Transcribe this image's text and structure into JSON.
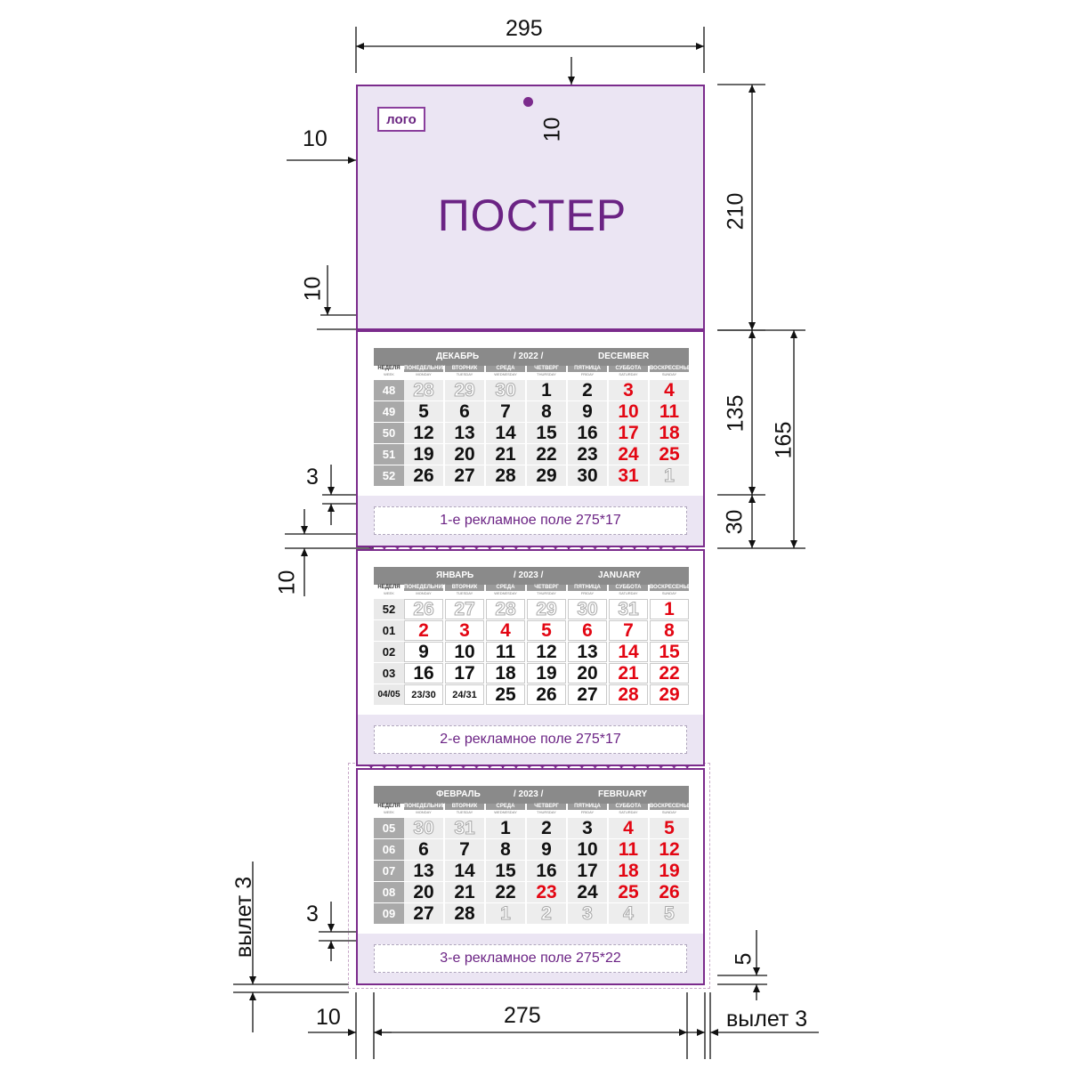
{
  "poster": {
    "logo_text": "лого",
    "title": "ПОСТЕР"
  },
  "months": [
    {
      "name_ru": "ДЕКАБРЬ",
      "year": "/ 2022 /",
      "name_en": "DECEMBER",
      "week_label_ru": "НЕДЕЛЯ",
      "week_label_en": "WEEK",
      "weekdays_ru": [
        "ПОНЕДЕЛЬНИК",
        "ВТОРНИК",
        "СРЕДА",
        "ЧЕТВЕРГ",
        "ПЯТНИЦА",
        "СУББОТА",
        "ВОСКРЕСЕНЬЕ"
      ],
      "weekdays_en": [
        "MONDAY",
        "TUESDAY",
        "WEDNESDAY",
        "THURSDAY",
        "FRIDAY",
        "SATURDAY",
        "SUNDAY"
      ],
      "weeks": [
        {
          "no": "48",
          "days": [
            [
              "28",
              "ghost"
            ],
            [
              "29",
              "ghost"
            ],
            [
              "30",
              "ghost"
            ],
            [
              "1",
              "blk"
            ],
            [
              "2",
              "blk"
            ],
            [
              "3",
              "red"
            ],
            [
              "4",
              "red"
            ]
          ]
        },
        {
          "no": "49",
          "days": [
            [
              "5",
              "blk"
            ],
            [
              "6",
              "blk"
            ],
            [
              "7",
              "blk"
            ],
            [
              "8",
              "blk"
            ],
            [
              "9",
              "blk"
            ],
            [
              "10",
              "red"
            ],
            [
              "11",
              "red"
            ]
          ]
        },
        {
          "no": "50",
          "days": [
            [
              "12",
              "blk"
            ],
            [
              "13",
              "blk"
            ],
            [
              "14",
              "blk"
            ],
            [
              "15",
              "blk"
            ],
            [
              "16",
              "blk"
            ],
            [
              "17",
              "red"
            ],
            [
              "18",
              "red"
            ]
          ]
        },
        {
          "no": "51",
          "days": [
            [
              "19",
              "blk"
            ],
            [
              "20",
              "blk"
            ],
            [
              "21",
              "blk"
            ],
            [
              "22",
              "blk"
            ],
            [
              "23",
              "blk"
            ],
            [
              "24",
              "red"
            ],
            [
              "25",
              "red"
            ]
          ]
        },
        {
          "no": "52",
          "days": [
            [
              "26",
              "blk"
            ],
            [
              "27",
              "blk"
            ],
            [
              "28",
              "blk"
            ],
            [
              "29",
              "blk"
            ],
            [
              "30",
              "blk"
            ],
            [
              "31",
              "red"
            ],
            [
              "1",
              "ghost"
            ]
          ]
        }
      ],
      "ad_text": "1-е рекламное поле 275*17"
    },
    {
      "name_ru": "ЯНВАРЬ",
      "year": "/ 2023 /",
      "name_en": "JANUARY",
      "week_label_ru": "НЕДЕЛЯ",
      "week_label_en": "WEEK",
      "weekdays_ru": [
        "ПОНЕДЕЛЬНИК",
        "ВТОРНИК",
        "СРЕДА",
        "ЧЕТВЕРГ",
        "ПЯТНИЦА",
        "СУББОТА",
        "ВОСКРЕСЕНЬЕ"
      ],
      "weekdays_en": [
        "MONDAY",
        "TUESDAY",
        "WEDNESDAY",
        "THURSDAY",
        "FRIDAY",
        "SATURDAY",
        "SUNDAY"
      ],
      "weeks": [
        {
          "no": "52",
          "days": [
            [
              "26",
              "ghost"
            ],
            [
              "27",
              "ghost"
            ],
            [
              "28",
              "ghost"
            ],
            [
              "29",
              "ghost"
            ],
            [
              "30",
              "ghost"
            ],
            [
              "31",
              "ghost"
            ],
            [
              "1",
              "red"
            ]
          ]
        },
        {
          "no": "01",
          "days": [
            [
              "2",
              "red"
            ],
            [
              "3",
              "red"
            ],
            [
              "4",
              "red"
            ],
            [
              "5",
              "red"
            ],
            [
              "6",
              "red"
            ],
            [
              "7",
              "red"
            ],
            [
              "8",
              "red"
            ]
          ]
        },
        {
          "no": "02",
          "days": [
            [
              "9",
              "blk"
            ],
            [
              "10",
              "blk"
            ],
            [
              "11",
              "blk"
            ],
            [
              "12",
              "blk"
            ],
            [
              "13",
              "blk"
            ],
            [
              "14",
              "red"
            ],
            [
              "15",
              "red"
            ]
          ]
        },
        {
          "no": "03",
          "days": [
            [
              "16",
              "blk"
            ],
            [
              "17",
              "blk"
            ],
            [
              "18",
              "blk"
            ],
            [
              "19",
              "blk"
            ],
            [
              "20",
              "blk"
            ],
            [
              "21",
              "red"
            ],
            [
              "22",
              "red"
            ]
          ]
        },
        {
          "no": "04/05",
          "days": [
            [
              "23/30",
              "blk small"
            ],
            [
              "24/31",
              "blk small"
            ],
            [
              "25",
              "blk"
            ],
            [
              "26",
              "blk"
            ],
            [
              "27",
              "blk"
            ],
            [
              "28",
              "red"
            ],
            [
              "29",
              "red"
            ]
          ]
        }
      ],
      "ad_text": "2-е рекламное поле 275*17"
    },
    {
      "name_ru": "ФЕВРАЛЬ",
      "year": "/ 2023 /",
      "name_en": "FEBRUARY",
      "week_label_ru": "НЕДЕЛЯ",
      "week_label_en": "WEEK",
      "weekdays_ru": [
        "ПОНЕДЕЛЬНИК",
        "ВТОРНИК",
        "СРЕДА",
        "ЧЕТВЕРГ",
        "ПЯТНИЦА",
        "СУББОТА",
        "ВОСКРЕСЕНЬЕ"
      ],
      "weekdays_en": [
        "MONDAY",
        "TUESDAY",
        "WEDNESDAY",
        "THURSDAY",
        "FRIDAY",
        "SATURDAY",
        "SUNDAY"
      ],
      "weeks": [
        {
          "no": "05",
          "days": [
            [
              "30",
              "ghost"
            ],
            [
              "31",
              "ghost"
            ],
            [
              "1",
              "blk"
            ],
            [
              "2",
              "blk"
            ],
            [
              "3",
              "blk"
            ],
            [
              "4",
              "red"
            ],
            [
              "5",
              "red"
            ]
          ]
        },
        {
          "no": "06",
          "days": [
            [
              "6",
              "blk"
            ],
            [
              "7",
              "blk"
            ],
            [
              "8",
              "blk"
            ],
            [
              "9",
              "blk"
            ],
            [
              "10",
              "blk"
            ],
            [
              "11",
              "red"
            ],
            [
              "12",
              "red"
            ]
          ]
        },
        {
          "no": "07",
          "days": [
            [
              "13",
              "blk"
            ],
            [
              "14",
              "blk"
            ],
            [
              "15",
              "blk"
            ],
            [
              "16",
              "blk"
            ],
            [
              "17",
              "blk"
            ],
            [
              "18",
              "red"
            ],
            [
              "19",
              "red"
            ]
          ]
        },
        {
          "no": "08",
          "days": [
            [
              "20",
              "blk"
            ],
            [
              "21",
              "blk"
            ],
            [
              "22",
              "blk"
            ],
            [
              "23",
              "red"
            ],
            [
              "24",
              "blk"
            ],
            [
              "25",
              "red"
            ],
            [
              "26",
              "red"
            ]
          ]
        },
        {
          "no": "09",
          "days": [
            [
              "27",
              "blk"
            ],
            [
              "28",
              "blk"
            ],
            [
              "1",
              "ghost"
            ],
            [
              "2",
              "ghost"
            ],
            [
              "3",
              "ghost"
            ],
            [
              "4",
              "ghost"
            ],
            [
              "5",
              "ghost"
            ]
          ]
        }
      ],
      "ad_text": "3-е рекламное поле 275*22"
    }
  ],
  "dimensions": {
    "top_width": "295",
    "hole_offset": "10",
    "left_margin_top": "10",
    "poster_bottom_gap": "10",
    "poster_height": "210",
    "block_height": "135",
    "block_total": "165",
    "ad_height": "30",
    "gap_3_top": "3",
    "block_gap": "10",
    "gap_3_bottom": "3",
    "bleed_left": "вылет 3",
    "bleed_right": "вылет 3",
    "bottom_5": "5",
    "bottom_margin": "10",
    "bottom_width": "275"
  },
  "colors": {
    "brand_purple": "#7b2b8c",
    "panel_lavender": "#ebe5f3",
    "header_gray": "#8a8a8a",
    "weekend_red": "#e30613"
  }
}
